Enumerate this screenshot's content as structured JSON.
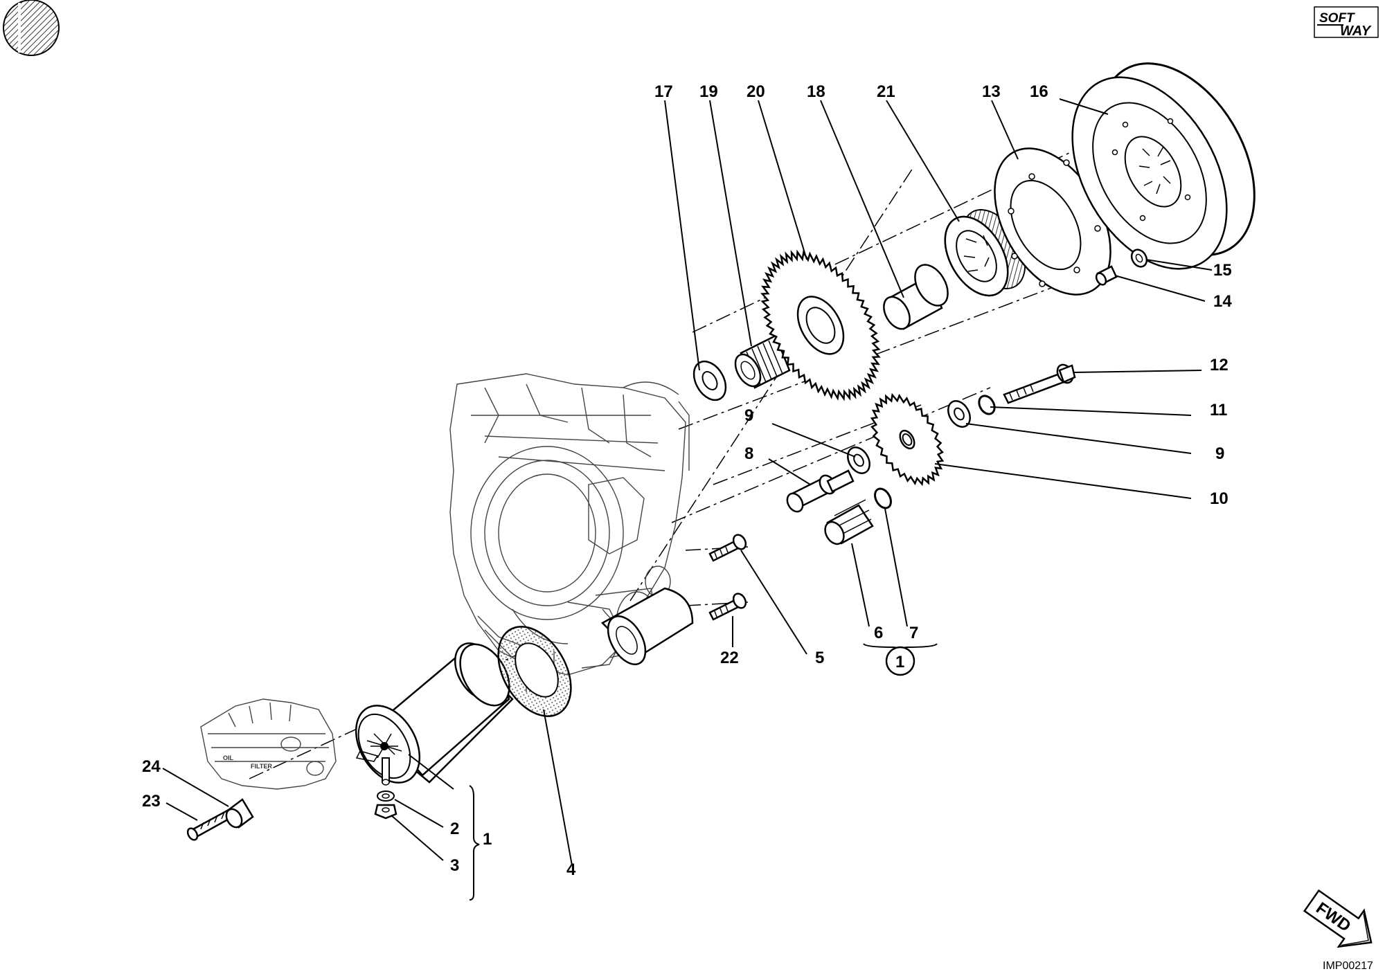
{
  "brand_logo": {
    "line1": "SOFT",
    "line2": "WAY"
  },
  "drawing_code": "IMP00217",
  "fwd_arrow_label": "FWD",
  "callouts": {
    "c1": "1",
    "c2": "2",
    "c3": "3",
    "c4": "4",
    "c5": "5",
    "c6": "6",
    "c7": "7",
    "c8": "8",
    "c9a": "9",
    "c9b": "9",
    "c10": "10",
    "c11": "11",
    "c12": "12",
    "c13": "13",
    "c14": "14",
    "c15": "15",
    "c16": "16",
    "c17": "17",
    "c18": "18",
    "c19": "19",
    "c20": "20",
    "c21": "21",
    "c22": "22",
    "c23": "23",
    "c24": "24",
    "kit_circle": "1"
  },
  "crankcase_text": {
    "oil": "OIL",
    "filter": "FILTER"
  }
}
